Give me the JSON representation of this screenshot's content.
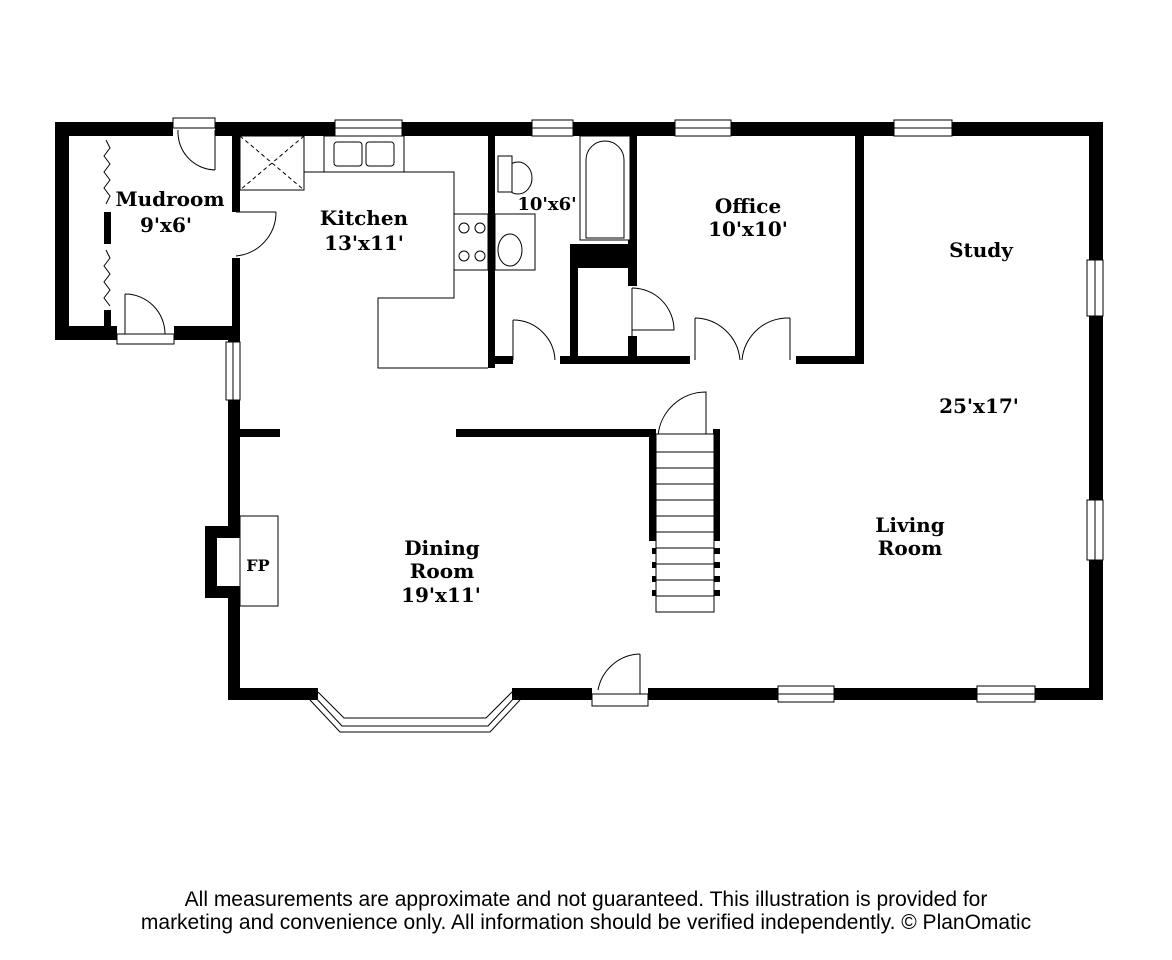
{
  "rooms": {
    "mudroom": {
      "name": "Mudroom",
      "size": "9'x6'"
    },
    "kitchen": {
      "name": "Kitchen",
      "size": "13'x11'"
    },
    "bath": {
      "size": "10'x6'"
    },
    "office": {
      "name": "Office",
      "size": "10'x10'"
    },
    "study": {
      "name": "Study",
      "size": "25'x17'"
    },
    "dining": {
      "name_line1": "Dining",
      "name_line2": "Room",
      "size": "19'x11'"
    },
    "living": {
      "name_line1": "Living",
      "name_line2": "Room"
    },
    "fireplace": {
      "label": "FP"
    }
  },
  "disclaimer": {
    "line1": "All measurements are approximate and not guaranteed. This illustration is provided for",
    "line2": "marketing and convenience only. All information should be verified independently. © PlanOmatic"
  }
}
